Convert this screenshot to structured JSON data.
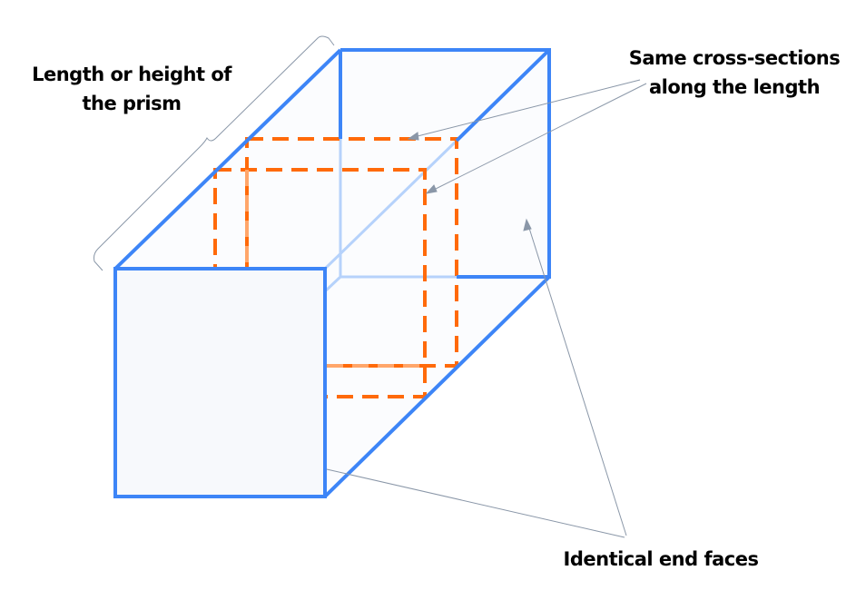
{
  "labels": {
    "length": [
      "Length or height of",
      "the prism"
    ],
    "cross_sections": [
      "Same cross-sections",
      "along the length"
    ],
    "end_faces": "Identical end faces"
  },
  "colors": {
    "prism_edge": "#3d85f7",
    "hidden_edge": "#b6d2fb",
    "face_fill": "#f7f9fc",
    "cross_section": "#ff6a0a",
    "cross_section_hidden": "#ffa66a",
    "annotation_line": "#8a97a8"
  }
}
